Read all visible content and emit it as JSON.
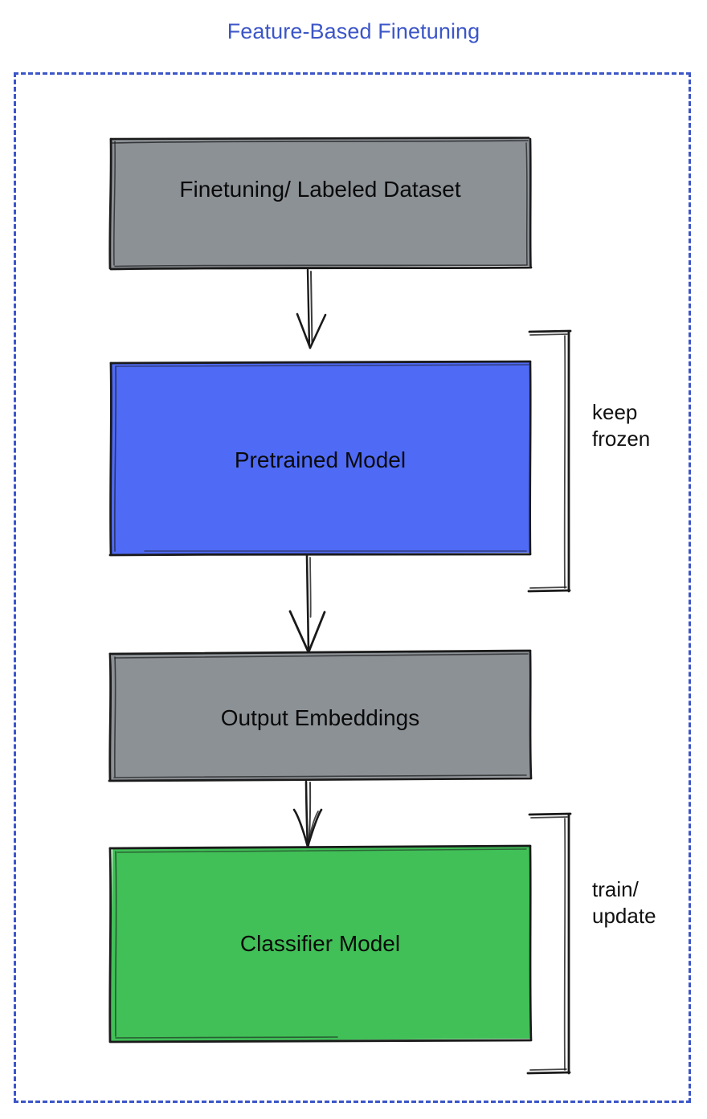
{
  "title": "Feature-Based Finetuning",
  "colors": {
    "title": "#3c56c8",
    "frame_border": "#3c56c8",
    "dataset_fill": "#8c9196",
    "pretrained_fill": "#4f6af5",
    "embeddings_fill": "#8c9196",
    "classifier_fill": "#40c057",
    "stroke": "#1a1a1a",
    "text": "#0a0a0a",
    "background": "#ffffff"
  },
  "diagram": {
    "type": "flowchart",
    "orientation": "vertical",
    "nodes": [
      {
        "id": "dataset",
        "label": "Finetuning/ Labeled Dataset",
        "fill": "#8c9196"
      },
      {
        "id": "pretrained",
        "label": "Pretrained Model",
        "fill": "#4f6af5"
      },
      {
        "id": "embeddings",
        "label": "Output Embeddings",
        "fill": "#8c9196"
      },
      {
        "id": "classifier",
        "label": "Classifier Model",
        "fill": "#40c057"
      }
    ],
    "edges": [
      {
        "from": "dataset",
        "to": "pretrained"
      },
      {
        "from": "pretrained",
        "to": "embeddings"
      },
      {
        "from": "embeddings",
        "to": "classifier"
      }
    ],
    "annotations": [
      {
        "id": "keep-frozen",
        "target": "pretrained",
        "label": "keep\nfrozen"
      },
      {
        "id": "train-update",
        "target": "classifier",
        "label": "train/\nupdate"
      }
    ]
  }
}
